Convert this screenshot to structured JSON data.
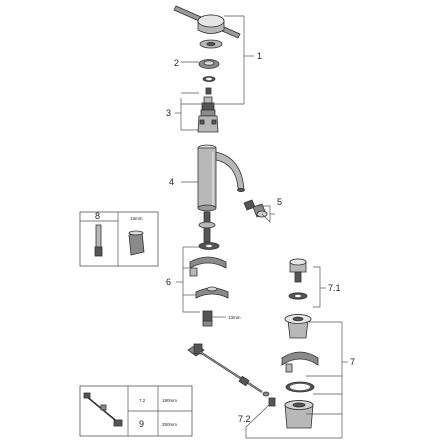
{
  "callouts": {
    "c1": "1",
    "c2": "2",
    "c3": "3",
    "c4": "4",
    "c5": "5",
    "c6": "6",
    "c7": "7",
    "c71": "7.1",
    "c72": "7.2",
    "c8": "8",
    "c9": "9"
  },
  "dimensions": {
    "tool_size": "13mm",
    "nut_size": "13mm",
    "len_72": "180mm",
    "len_9": "350mm"
  },
  "legend_rows": {
    "row1_label": "7.2",
    "row2_label": "9"
  }
}
